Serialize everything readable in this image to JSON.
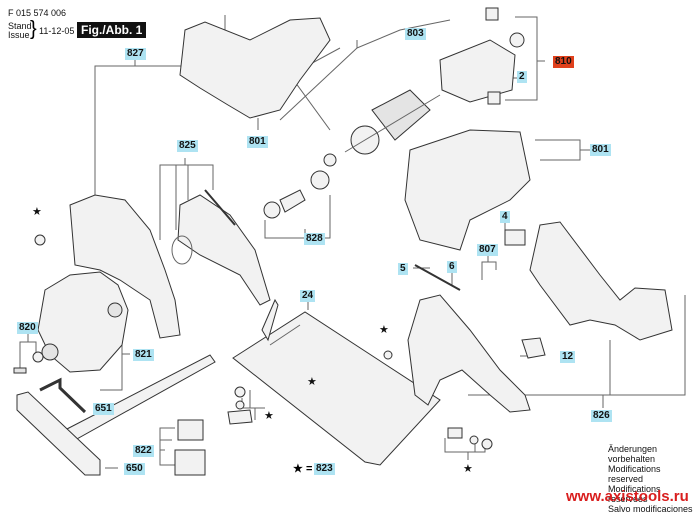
{
  "header": {
    "doc_number": "F 015 574 006",
    "stand_label": "Stand",
    "issue_label": "Issue",
    "date": "11-12-05",
    "figure_label": "Fig./Abb. 1"
  },
  "callouts": {
    "c827": "827",
    "c801a": "801",
    "c803": "803",
    "c810": "810",
    "c2": "2",
    "c825": "825",
    "c801b": "801",
    "c828": "828",
    "c4": "4",
    "c807": "807",
    "c5": "5",
    "c6": "6",
    "c820": "820",
    "c821": "821",
    "c24": "24",
    "c12": "12",
    "c651": "651",
    "c822": "822",
    "c650": "650",
    "c826": "826",
    "c823": "823"
  },
  "highlight_colors": {
    "callout": "#aee3f2",
    "callout_selected": "#e0401c"
  },
  "legend": {
    "star_symbol": "★",
    "equals": "=",
    "star_part": "823"
  },
  "notes": [
    "Änderungen vorbehalten",
    "Modifications reserved",
    "Modifications reservees",
    "Salvo modificaciones"
  ],
  "website": "www.axistools.ru"
}
